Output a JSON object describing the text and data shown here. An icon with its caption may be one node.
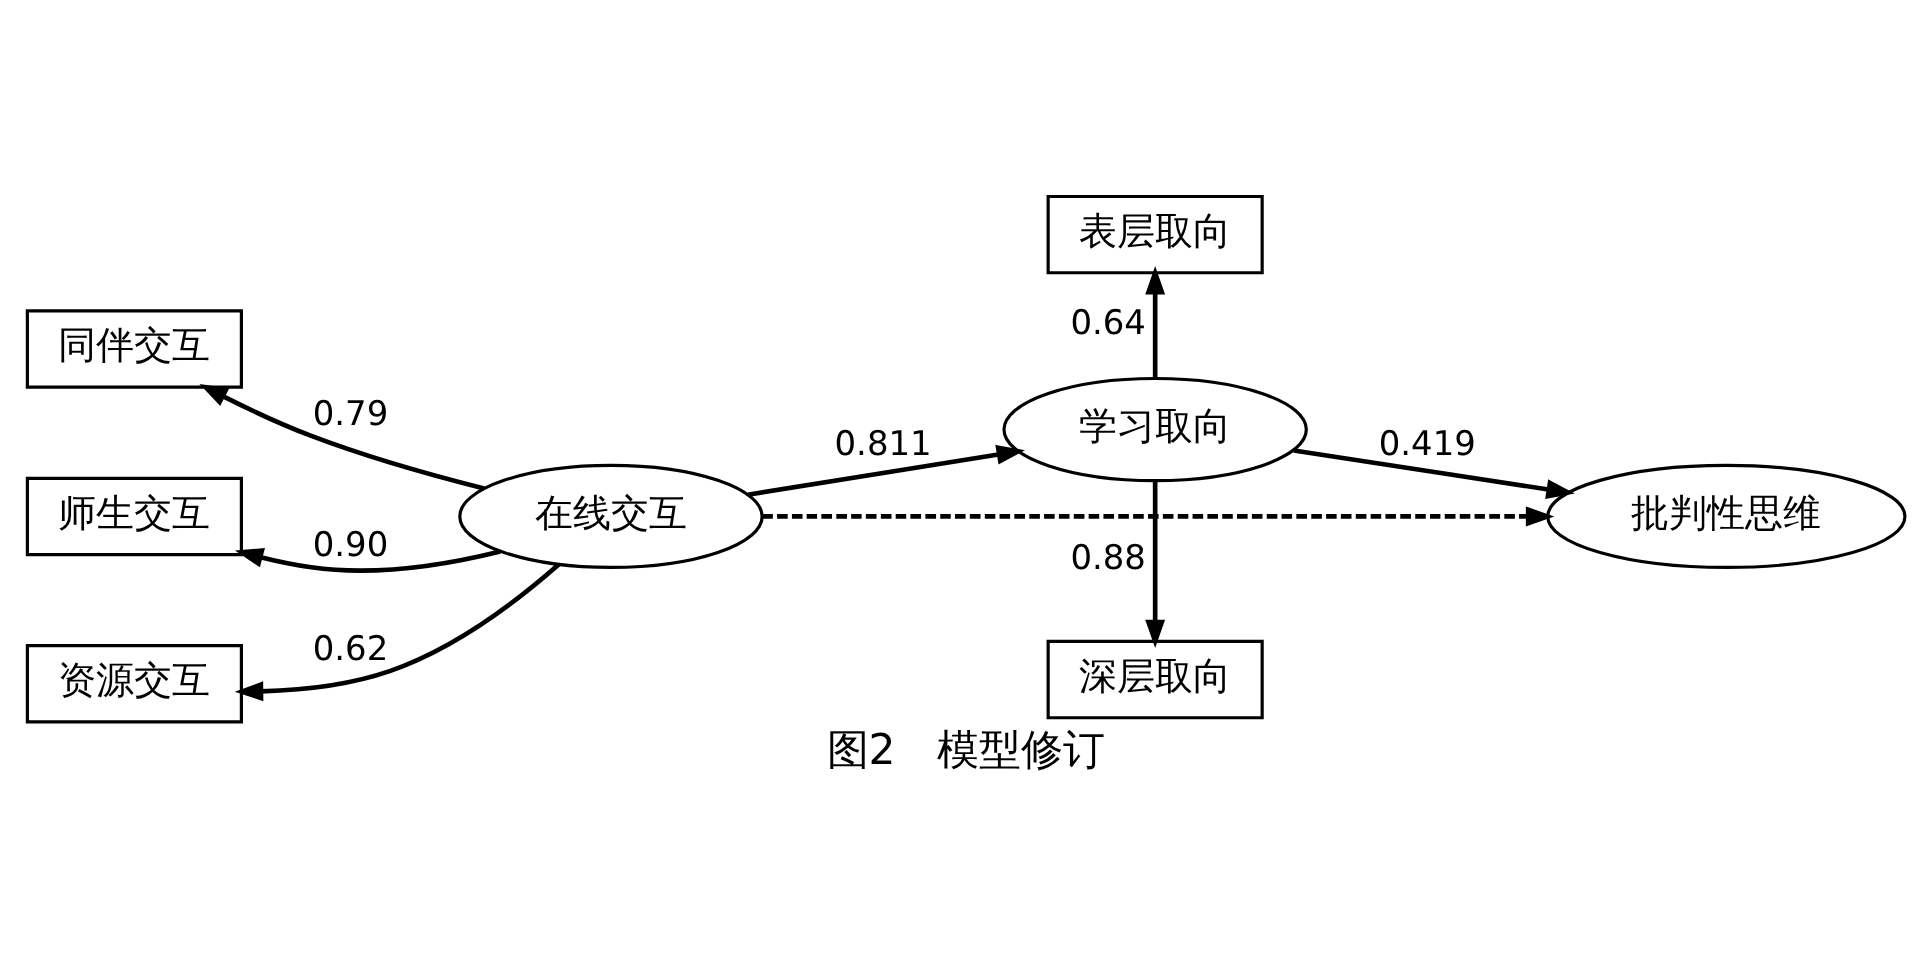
{
  "diagram": {
    "caption": "图2　模型修订",
    "nodes": [
      {
        "text": [
          "表层取向"
        ]
      },
      {
        "text": [
          "深层取向"
        ]
      },
      {
        "text": [
          "学习取向"
        ]
      },
      {
        "text": [
          "同伴交互"
        ]
      },
      {
        "text": [
          "师生交互"
        ]
      },
      {
        "text": [
          "资源交互"
        ]
      },
      {
        "text": [
          "在线交互"
        ]
      },
      {
        "text": [
          "批判性思维"
        ]
      }
    ],
    "edges": [
      {
        "from": 2,
        "to": 0,
        "arrow": "to",
        "label": "0.64"
      },
      {
        "from": 2,
        "to": 1,
        "arrow": "to",
        "label": "0.88"
      },
      {
        "from": 6,
        "to": 3,
        "arrow": "to",
        "label": "0.79"
      },
      {
        "from": 6,
        "to": 4,
        "arrow": "to",
        "label": "0.90"
      },
      {
        "from": 6,
        "to": 5,
        "arrow": "to",
        "label": "0.62"
      },
      {
        "from": 6,
        "to": 2,
        "arrow": "to",
        "label": "0.811"
      },
      {
        "from": 2,
        "to": 7,
        "arrow": "to",
        "label": "0.419"
      },
      {
        "from": 6,
        "to": 7,
        "arrow": "to",
        "style": "dashed"
      }
    ]
  }
}
